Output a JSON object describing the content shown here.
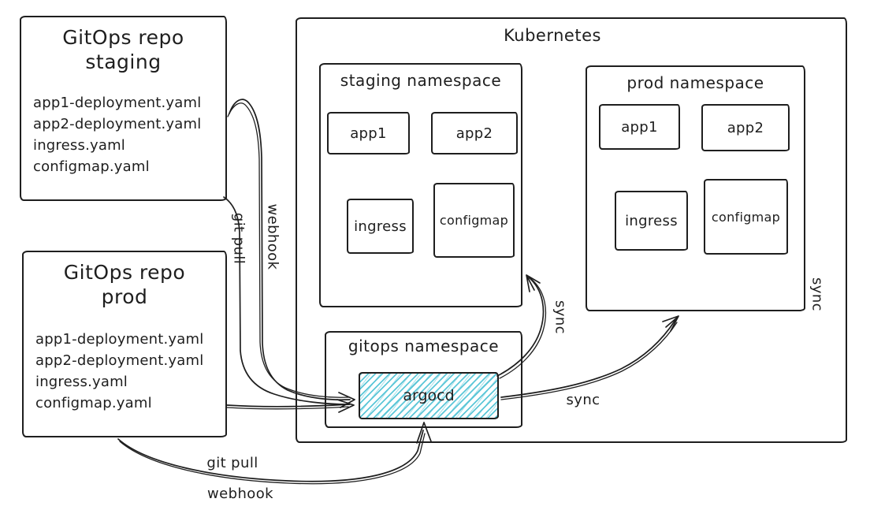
{
  "kubernetes": {
    "title": "Kubernetes"
  },
  "repos": {
    "staging": {
      "title": "GitOps repo",
      "subtitle": "staging",
      "files": [
        "app1-deployment.yaml",
        "app2-deployment.yaml",
        "ingress.yaml",
        "configmap.yaml"
      ]
    },
    "prod": {
      "title": "GitOps repo",
      "subtitle": "prod",
      "files": [
        "app1-deployment.yaml",
        "app2-deployment.yaml",
        "ingress.yaml",
        "configmap.yaml"
      ]
    }
  },
  "namespaces": {
    "staging": {
      "title": "staging namespace",
      "resources": [
        "app1",
        "app2",
        "ingress",
        "configmap"
      ]
    },
    "prod": {
      "title": "prod namespace",
      "resources": [
        "app1",
        "app2",
        "ingress",
        "configmap"
      ]
    },
    "gitops": {
      "title": "gitops namespace",
      "app": "argocd"
    }
  },
  "edges": {
    "staging_git_pull": "git pull",
    "staging_webhook": "webhook",
    "prod_git_pull": "git pull",
    "prod_webhook": "webhook",
    "sync_to_staging": "sync",
    "sync_to_prod": "sync",
    "sync_right": "sync"
  },
  "colors": {
    "stroke": "#1e1e1e",
    "argocd_hatch": "#54c4d6",
    "background": "#ffffff"
  }
}
